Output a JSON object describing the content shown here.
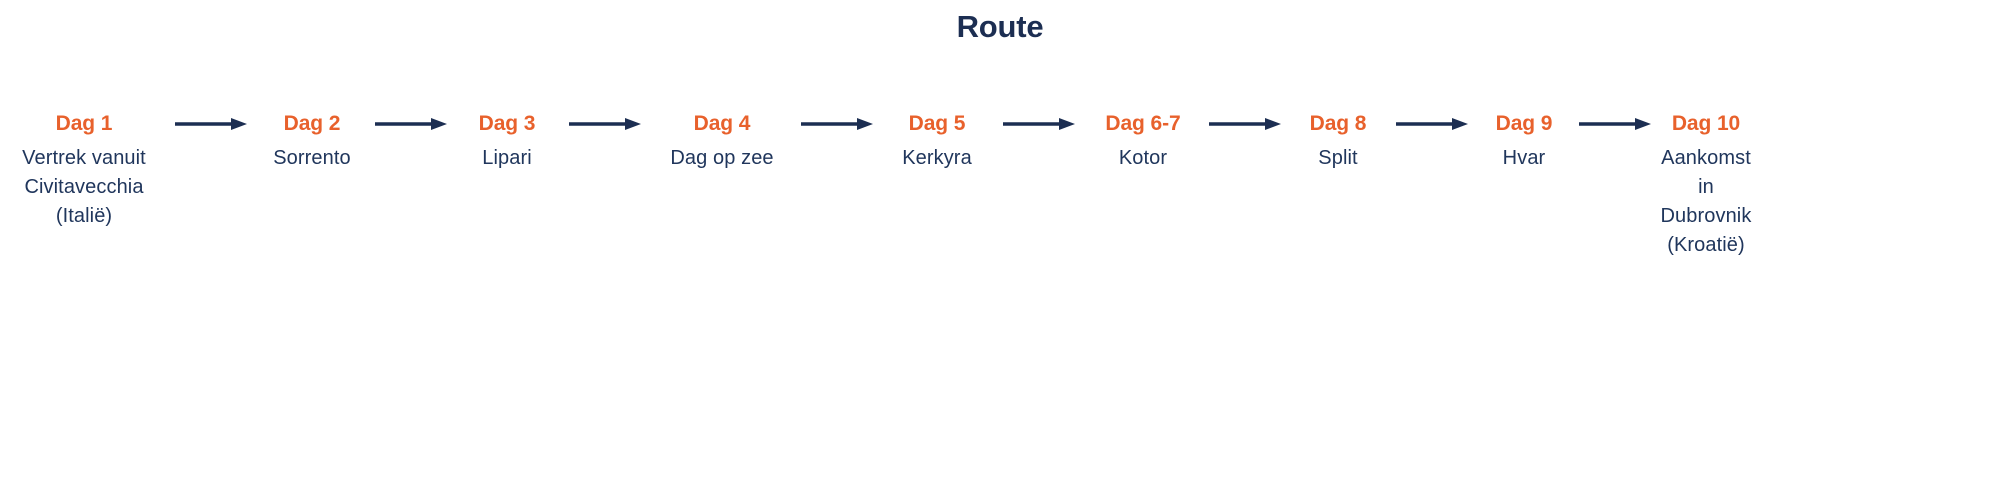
{
  "title": "Route",
  "colors": {
    "accent_orange": "#e8612c",
    "navy": "#1c2e52",
    "description_navy": "#20365c",
    "background": "#ffffff"
  },
  "route": {
    "arrow_icon": "arrow-right-icon",
    "steps": [
      {
        "day": "Dag 1",
        "description": "Vertrek vanuit Civitavecchia (Italië)"
      },
      {
        "day": "Dag 2",
        "description": "Sorrento"
      },
      {
        "day": "Dag 3",
        "description": "Lipari"
      },
      {
        "day": "Dag 4",
        "description": "Dag op zee"
      },
      {
        "day": "Dag 5",
        "description": "Kerkyra"
      },
      {
        "day": "Dag 6-7",
        "description": "Kotor"
      },
      {
        "day": "Dag 8",
        "description": "Split"
      },
      {
        "day": "Dag 9",
        "description": "Hvar"
      },
      {
        "day": "Dag 10",
        "description": "Aankomst in Dubrovnik (Kroatië)"
      }
    ]
  }
}
